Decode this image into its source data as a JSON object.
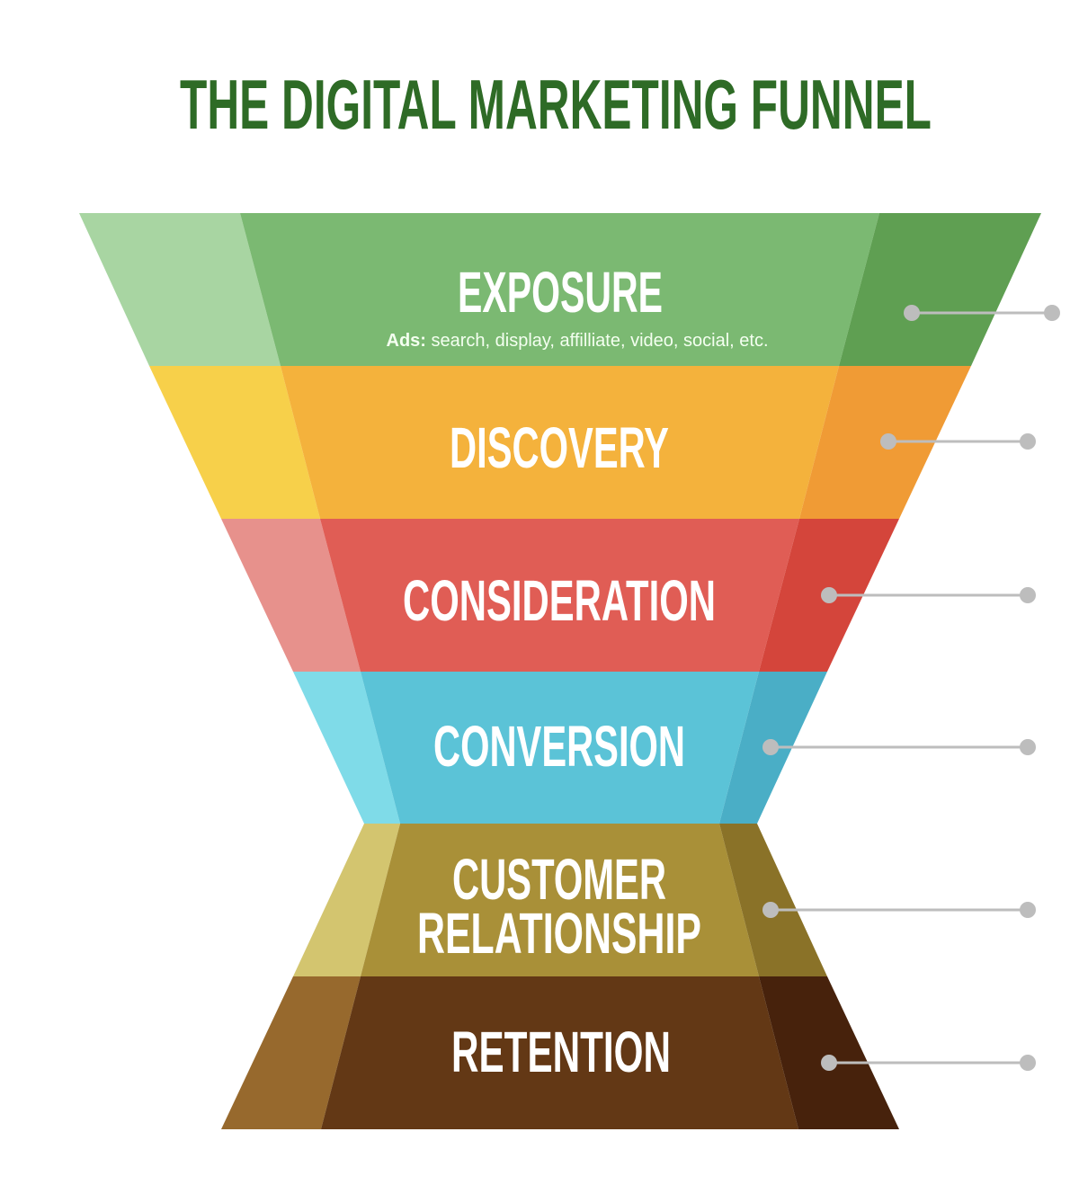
{
  "title": "THE DIGITAL MARKETING FUNNEL",
  "stages": [
    {
      "label": "EXPOSURE",
      "subtitle_bold": "Ads:",
      "subtitle": " search, display, affilliate, video, social, etc.",
      "colors": {
        "light": "#a8d5a2",
        "mid": "#7bb972",
        "dark": "#5f9f52"
      }
    },
    {
      "label": "DISCOVERY",
      "colors": {
        "light": "#f7d04a",
        "mid": "#f4b23c",
        "dark": "#f09b35"
      }
    },
    {
      "label": "CONSIDERATION",
      "colors": {
        "light": "#e7918c",
        "mid": "#e05d55",
        "dark": "#d4453b"
      }
    },
    {
      "label": "CONVERSION",
      "colors": {
        "light": "#7fdbe8",
        "mid": "#5bc3d7",
        "dark": "#4aaec6"
      }
    },
    {
      "label_line1": "CUSTOMER",
      "label_line2": "RELATIONSHIP",
      "colors": {
        "light": "#d3c56f",
        "mid": "#a99038",
        "dark": "#8a7228"
      }
    },
    {
      "label": "RETENTION",
      "colors": {
        "light": "#97692d",
        "mid": "#633815",
        "dark": "#47220c"
      }
    }
  ],
  "connector_color": "#bdbdbd"
}
